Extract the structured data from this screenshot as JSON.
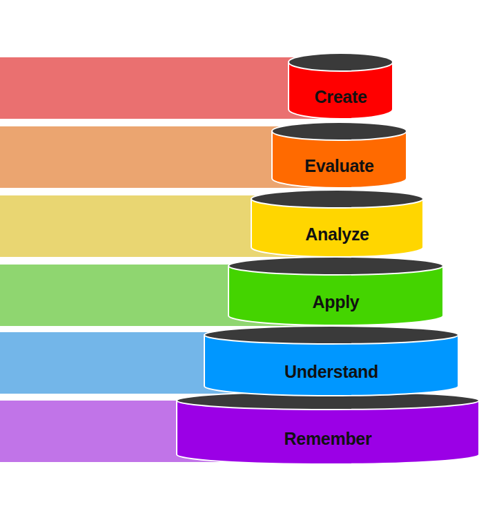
{
  "diagram": {
    "nodes": [
      {
        "text": [
          "Create"
        ]
      },
      {
        "text": [
          "Evaluate"
        ]
      },
      {
        "text": [
          "Analyze"
        ]
      },
      {
        "text": [
          "Apply"
        ]
      },
      {
        "text": [
          "Understand"
        ]
      },
      {
        "text": [
          "Remember"
        ]
      }
    ]
  }
}
